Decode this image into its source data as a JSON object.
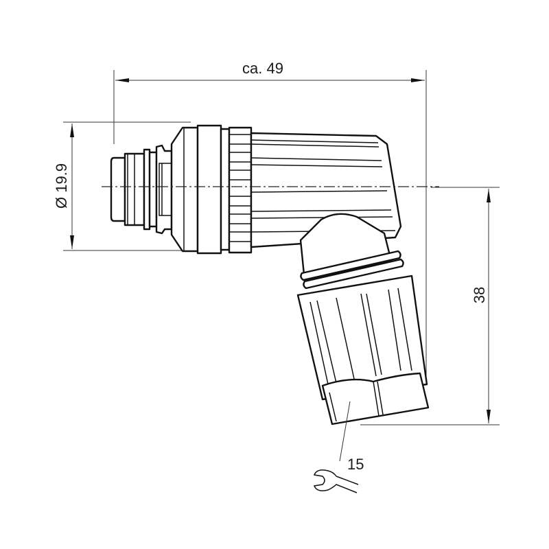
{
  "drawing": {
    "title": "Angled circular connector dimension drawing",
    "dimensions": {
      "overall_length": {
        "label": "ca. 49",
        "value": 49,
        "approx": true
      },
      "diameter": {
        "label": "Ø 19.9",
        "value": 19.9
      },
      "height": {
        "label": "38",
        "value": 38
      },
      "wrench_size": {
        "label": "15",
        "value": 15
      }
    },
    "icons": {
      "wrench": "open-end-wrench-icon"
    },
    "colors": {
      "line": "#111111",
      "background": "#ffffff"
    }
  }
}
